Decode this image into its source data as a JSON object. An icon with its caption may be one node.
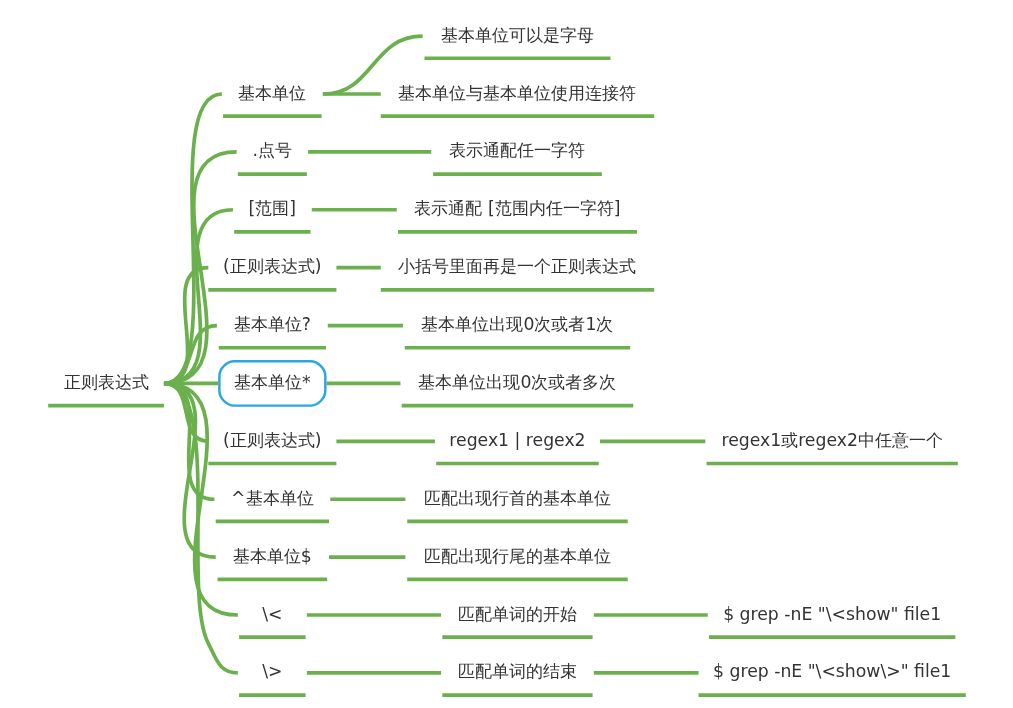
{
  "diagram": {
    "nodes": [
      {
        "text": [
          "正则表达式"
        ]
      },
      {
        "text": [
          "基本单位"
        ]
      },
      {
        "text": [
          "基本单位可以是字母"
        ]
      },
      {
        "text": [
          "基本单位与基本单位使用连接符"
        ]
      },
      {
        "text": [
          ".点号"
        ]
      },
      {
        "text": [
          "表示通配任一字符"
        ]
      },
      {
        "text": [
          "[范围]"
        ]
      },
      {
        "text": [
          "表示通配 [范围内任一字符]"
        ]
      },
      {
        "text": [
          "(正则表达式)"
        ]
      },
      {
        "text": [
          "小括号里面再是一个正则表达式"
        ]
      },
      {
        "text": [
          "基本单位?"
        ]
      },
      {
        "text": [
          "基本单位出现0次或者1次"
        ]
      },
      {
        "text": [
          "基本单位*"
        ]
      },
      {
        "text": [
          "基本单位出现0次或者多次"
        ]
      },
      {
        "text": [
          "(正则表达式)"
        ]
      },
      {
        "text": [
          "regex1 | regex2"
        ]
      },
      {
        "text": [
          "regex1或regex2中任意一个"
        ]
      },
      {
        "text": [
          "^基本单位"
        ]
      },
      {
        "text": [
          "匹配出现行首的基本单位"
        ]
      },
      {
        "text": [
          "基本单位$"
        ]
      },
      {
        "text": [
          "匹配出现行尾的基本单位"
        ]
      },
      {
        "text": [
          "\\<"
        ]
      },
      {
        "text": [
          "匹配单词的开始"
        ]
      },
      {
        "text": [
          "$ grep -nE \"\\<show\" file1"
        ]
      },
      {
        "text": [
          "\\>"
        ]
      },
      {
        "text": [
          "匹配单词的结束"
        ]
      },
      {
        "text": [
          "$ grep -nE \"\\<show\\>\" file1"
        ]
      }
    ],
    "edges": [
      {
        "from": 0,
        "to": 1,
        "arrow": "none"
      },
      {
        "from": 1,
        "to": 2,
        "arrow": "none"
      },
      {
        "from": 1,
        "to": 3,
        "arrow": "none"
      },
      {
        "from": 0,
        "to": 4,
        "arrow": "none"
      },
      {
        "from": 4,
        "to": 5,
        "arrow": "none"
      },
      {
        "from": 0,
        "to": 6,
        "arrow": "none"
      },
      {
        "from": 6,
        "to": 7,
        "arrow": "none"
      },
      {
        "from": 0,
        "to": 8,
        "arrow": "none"
      },
      {
        "from": 8,
        "to": 9,
        "arrow": "none"
      },
      {
        "from": 0,
        "to": 10,
        "arrow": "none"
      },
      {
        "from": 10,
        "to": 11,
        "arrow": "none"
      },
      {
        "from": 0,
        "to": 12,
        "arrow": "none"
      },
      {
        "from": 12,
        "to": 13,
        "arrow": "none"
      },
      {
        "from": 0,
        "to": 14,
        "arrow": "none"
      },
      {
        "from": 14,
        "to": 15,
        "arrow": "none"
      },
      {
        "from": 15,
        "to": 16,
        "arrow": "none"
      },
      {
        "from": 0,
        "to": 17,
        "arrow": "none"
      },
      {
        "from": 17,
        "to": 18,
        "arrow": "none"
      },
      {
        "from": 0,
        "to": 19,
        "arrow": "none"
      },
      {
        "from": 19,
        "to": 20,
        "arrow": "none"
      },
      {
        "from": 0,
        "to": 21,
        "arrow": "none"
      },
      {
        "from": 21,
        "to": 22,
        "arrow": "none"
      },
      {
        "from": 22,
        "to": 23,
        "arrow": "none"
      },
      {
        "from": 0,
        "to": 24,
        "arrow": "none"
      },
      {
        "from": 24,
        "to": 25,
        "arrow": "none"
      },
      {
        "from": 25,
        "to": 26,
        "arrow": "none"
      }
    ]
  }
}
